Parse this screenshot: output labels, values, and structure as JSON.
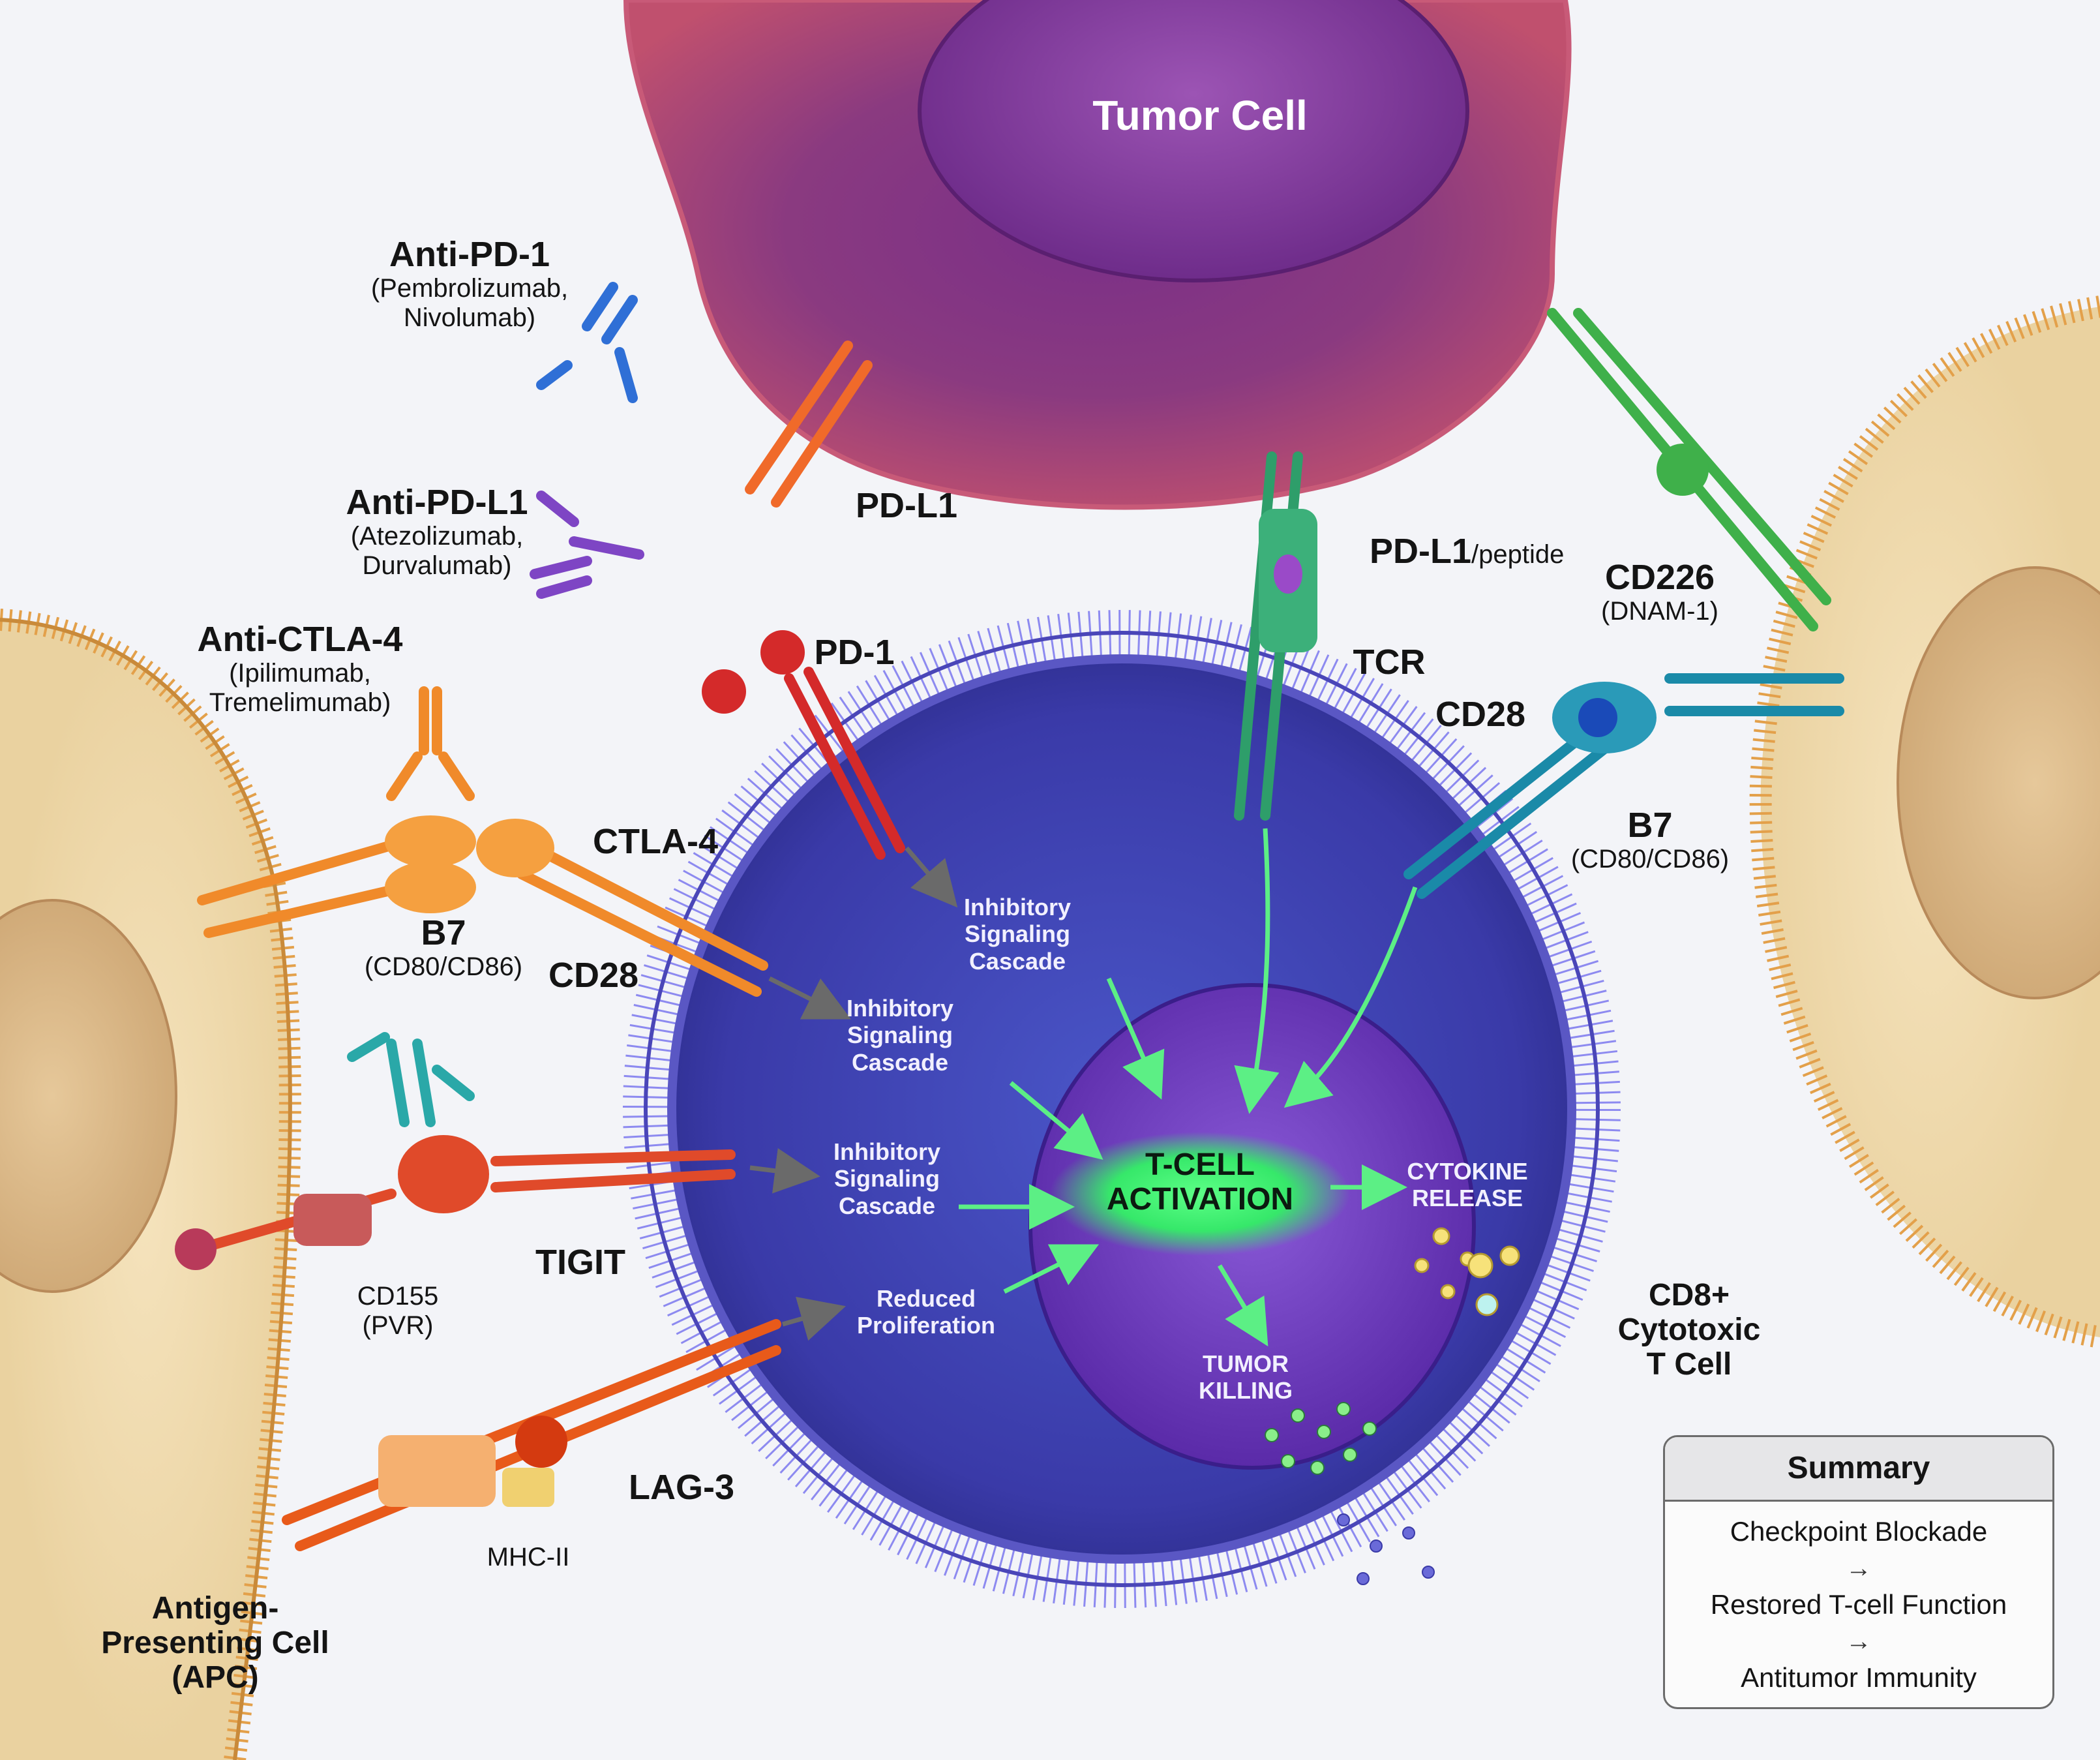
{
  "cells": {
    "tumor": "Tumor Cell",
    "apc": [
      "Antigen-",
      "Presenting Cell",
      "(APC)"
    ],
    "tcell": [
      "CD8+",
      "Cytotoxic",
      "T Cell"
    ]
  },
  "drugs": {
    "anti_pd1": {
      "name": "Anti-PD-1",
      "line1": "(Pembrolizumab,",
      "line2": "Nivolumab)"
    },
    "anti_pdl1": {
      "name": "Anti-PD-L1",
      "line1": "(Atezolizumab,",
      "line2": "Durvalumab)"
    },
    "anti_ctla4": {
      "name": "Anti-CTLA-4",
      "line1": "(Ipilimumab,",
      "line2": "Tremelimumab)"
    }
  },
  "receptors": {
    "pdl1": "PD-L1",
    "pd1": "PD-1",
    "pdl1_peptide_main": "PD-L1",
    "pdl1_peptide_suffix": "/peptide",
    "tcr": "TCR",
    "cd226": "CD226",
    "cd226_alt": "(DNAM-1)",
    "cd28_right": "CD28",
    "b7_right": "B7",
    "b7_right_alt": "(CD80/CD86)",
    "ctla4": "CTLA-4",
    "b7_left": "B7",
    "b7_left_alt": "(CD80/CD86)",
    "cd28_left": "CD28",
    "tigit": "TIGIT",
    "cd155": "CD155",
    "cd155_alt": "(PVR)",
    "lag3": "LAG-3",
    "mhc2": "MHC-II"
  },
  "signals": {
    "inhib1": [
      "Inhibitory",
      "Signaling",
      "Cascade"
    ],
    "inhib2": [
      "Inhibitory",
      "Signaling",
      "Cascade"
    ],
    "inhib3": [
      "Inhibitory",
      "Signaling",
      "Cascade"
    ],
    "reduced": [
      "Reduced",
      "Proliferation"
    ],
    "activation": [
      "T-CELL",
      "ACTIVATION"
    ],
    "cytokine": [
      "CYTOKINE",
      "RELEASE"
    ],
    "killing": [
      "TUMOR",
      "KILLING"
    ]
  },
  "summary": {
    "title": "Summary",
    "line1": "Checkpoint Blockade",
    "arrow1": "→",
    "line2": "Restored T-cell Function",
    "arrow2": "→",
    "line3": "Antitumor Immunity"
  },
  "colors": {
    "tumor": "#9a3f7c",
    "tcell_membrane": "#5a57c4",
    "nucleus": "#6a3cb0",
    "apc": "#f0dcb0",
    "activation_glow": "#4df07a",
    "arrow_green": "#5cef85",
    "arrow_grey": "#6a6a6a",
    "anti_pd1": "#2f6fd6",
    "anti_pdl1": "#7e45c4",
    "anti_ctla4": "#f08a2a",
    "pd1": "#d42a2a",
    "pdl1": "#f06a2a",
    "tcr": "#2e9e6a",
    "cd226": "#3fb04a",
    "cd28_b7": "#1a8aa8",
    "tigit": "#e04a2a",
    "lag3": "#e85a1a"
  }
}
